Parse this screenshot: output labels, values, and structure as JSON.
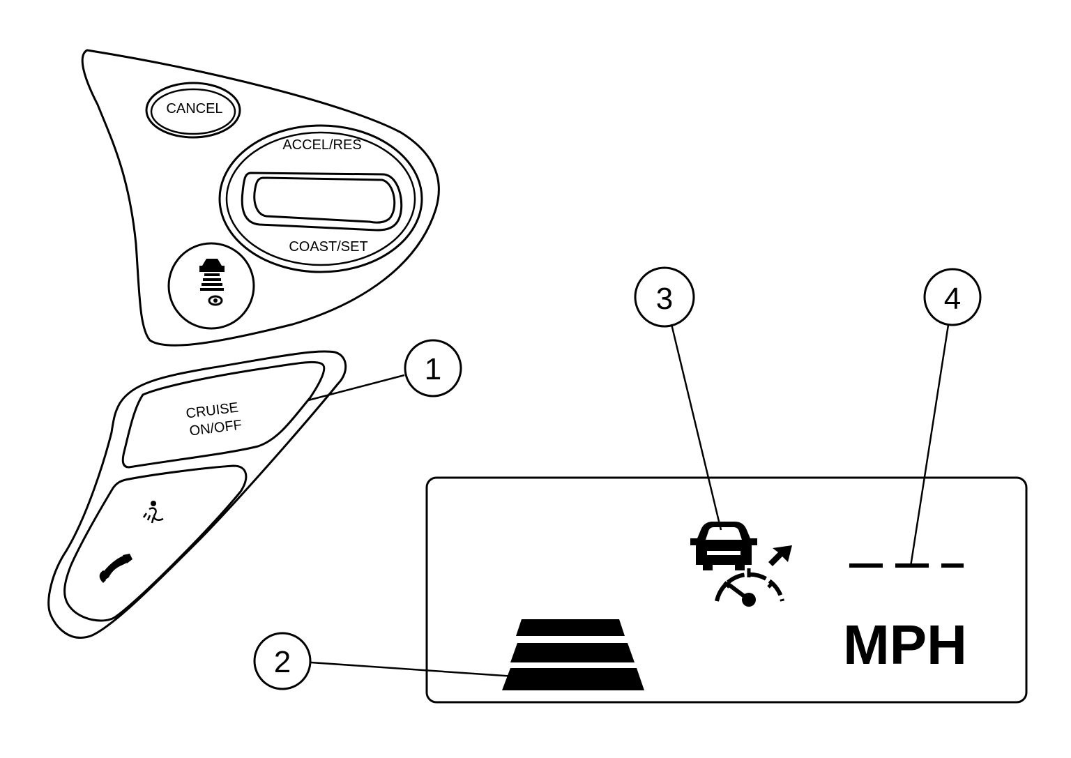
{
  "controls": {
    "cancel_label": "CANCEL",
    "accel_res_label": "ACCEL/RES",
    "coast_set_label": "COAST/SET",
    "cruise_label_line1": "CRUISE",
    "cruise_label_line2": "ON/OFF"
  },
  "callouts": {
    "c1": "1",
    "c2": "2",
    "c3": "3",
    "c4": "4"
  },
  "display": {
    "speed_readout": "– – –",
    "unit": "MPH"
  },
  "icons": {
    "gap": "gap-distance-icon",
    "adaptive_cruise": "adaptive-cruise-icon",
    "voice": "voice-icon",
    "phone": "phone-icon"
  }
}
